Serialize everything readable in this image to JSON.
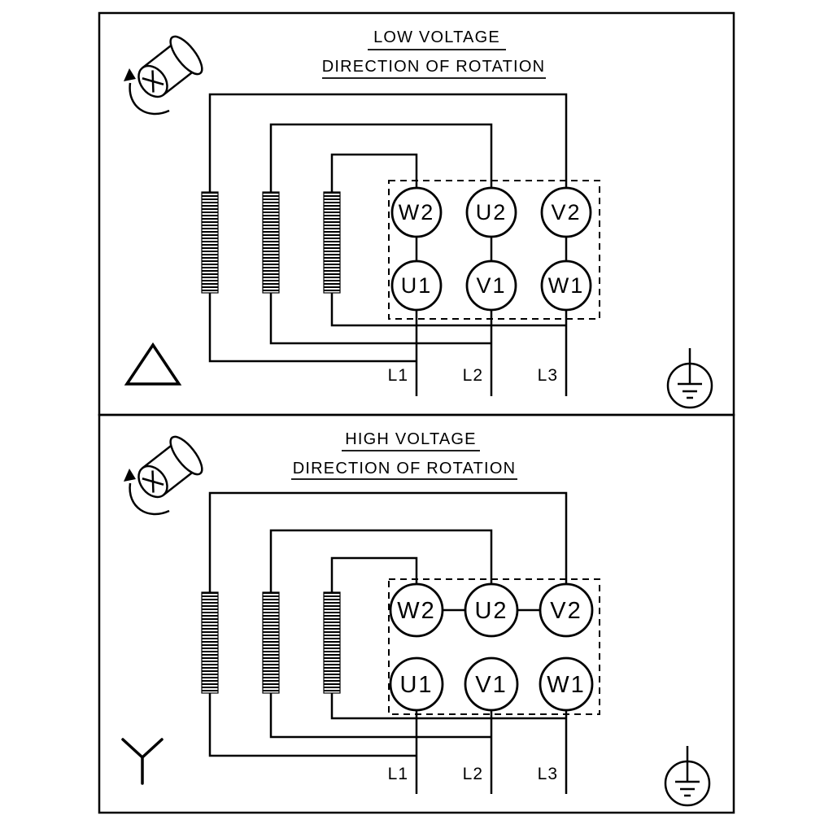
{
  "colors": {
    "ink": "#000000",
    "paper": "#ffffff"
  },
  "panels": [
    {
      "id": "low-voltage",
      "title": "LOW VOLTAGE",
      "subtitle": "DIRECTION OF ROTATION",
      "connection": "delta",
      "terminals": {
        "top": [
          "W2",
          "U2",
          "V2"
        ],
        "bottom": [
          "U1",
          "V1",
          "W1"
        ]
      },
      "supply_lines": [
        "L1",
        "L2",
        "L3"
      ],
      "icons": [
        "shaft-rotation-icon",
        "delta-symbol-icon",
        "earth-ground-icon"
      ]
    },
    {
      "id": "high-voltage",
      "title": "HIGH VOLTAGE",
      "subtitle": "DIRECTION OF ROTATION",
      "connection": "star",
      "terminals": {
        "top": [
          "W2",
          "U2",
          "V2"
        ],
        "bottom": [
          "U1",
          "V1",
          "W1"
        ]
      },
      "supply_lines": [
        "L1",
        "L2",
        "L3"
      ],
      "icons": [
        "shaft-rotation-icon",
        "wye-symbol-icon",
        "earth-ground-icon"
      ]
    }
  ]
}
